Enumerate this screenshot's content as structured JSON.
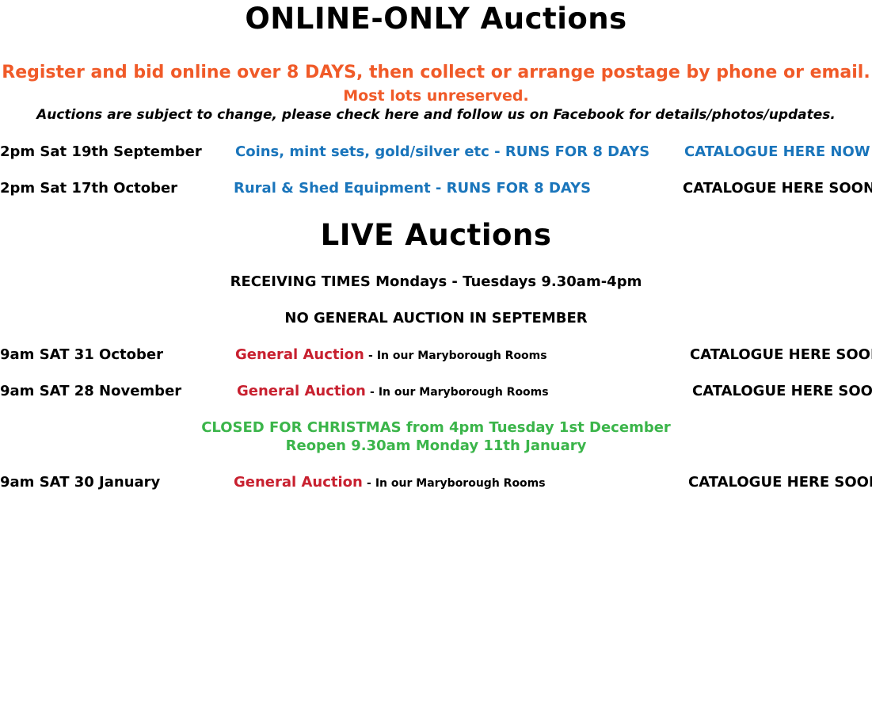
{
  "online": {
    "title": "ONLINE-ONLY Auctions",
    "register_line": "Register and bid online over 8 DAYS, then collect or arrange postage by phone or email.",
    "unreserved_line": "Most lots unreserved.",
    "facebook_note": "Auctions are subject to change, please check here and follow us on Facebook for details/photos/updates.",
    "items": [
      {
        "date": "2pm Sat 19th September",
        "description": "Coins, mint sets, gold/silver etc - RUNS FOR 8 DAYS",
        "catalogue": "CATALOGUE HERE NOW"
      },
      {
        "date": "2pm Sat 17th October",
        "description": "Rural & Shed Equipment - RUNS FOR 8 DAYS",
        "catalogue": "CATALOGUE HERE SOON"
      }
    ]
  },
  "live": {
    "title": "LIVE Auctions",
    "receiving_times": "RECEIVING TIMES Mondays - Tuesdays 9.30am-4pm",
    "no_general": "NO GENERAL AUCTION IN SEPTEMBER",
    "items": [
      {
        "date": "9am SAT 31 October",
        "name": "General Auction",
        "separator": "-",
        "location": "In our Maryborough Rooms",
        "catalogue": "CATALOGUE HERE SOON"
      },
      {
        "date": "9am SAT 28 November",
        "name": "General Auction",
        "separator": "-",
        "location": "In our Maryborough Rooms",
        "catalogue": "CATALOGUE HERE SOON"
      },
      {
        "date": "9am SAT 30 January",
        "name": "General Auction",
        "separator": "-",
        "location": "In our Maryborough Rooms",
        "catalogue": "CATALOGUE HERE SOON"
      }
    ],
    "christmas_closed": "CLOSED FOR CHRISTMAS from 4pm Tuesday 1st December",
    "reopen": "Reopen 9.30am Monday 11th January"
  },
  "colors": {
    "orange": "#f05a28",
    "blue": "#1a75bb",
    "red": "#c8202f",
    "green": "#3bb54a"
  }
}
